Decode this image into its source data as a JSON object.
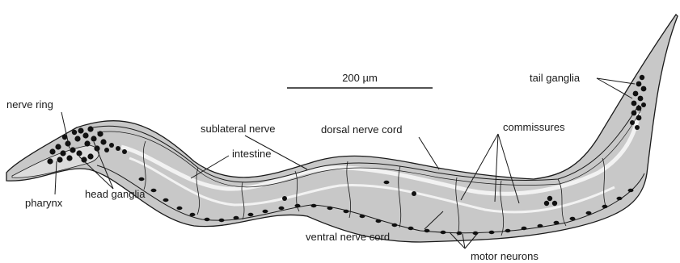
{
  "scale_bar": {
    "label": "200 µm"
  },
  "labels": {
    "nerve_ring": "nerve ring",
    "pharynx": "pharynx",
    "head_ganglia": "head ganglia",
    "sublateral_nerve": "sublateral nerve",
    "intestine": "intestine",
    "dorsal_nerve_cord": "dorsal nerve cord",
    "ventral_nerve_cord": "ventral nerve cord",
    "commissures": "commissures",
    "motor_neurons": "motor neurons",
    "tail_ganglia": "tail ganglia"
  },
  "colors": {
    "body_fill": "#c8c8c8",
    "outline": "#1a1a1a",
    "neuron": "#111111",
    "highlight": "#f2f2f2"
  }
}
